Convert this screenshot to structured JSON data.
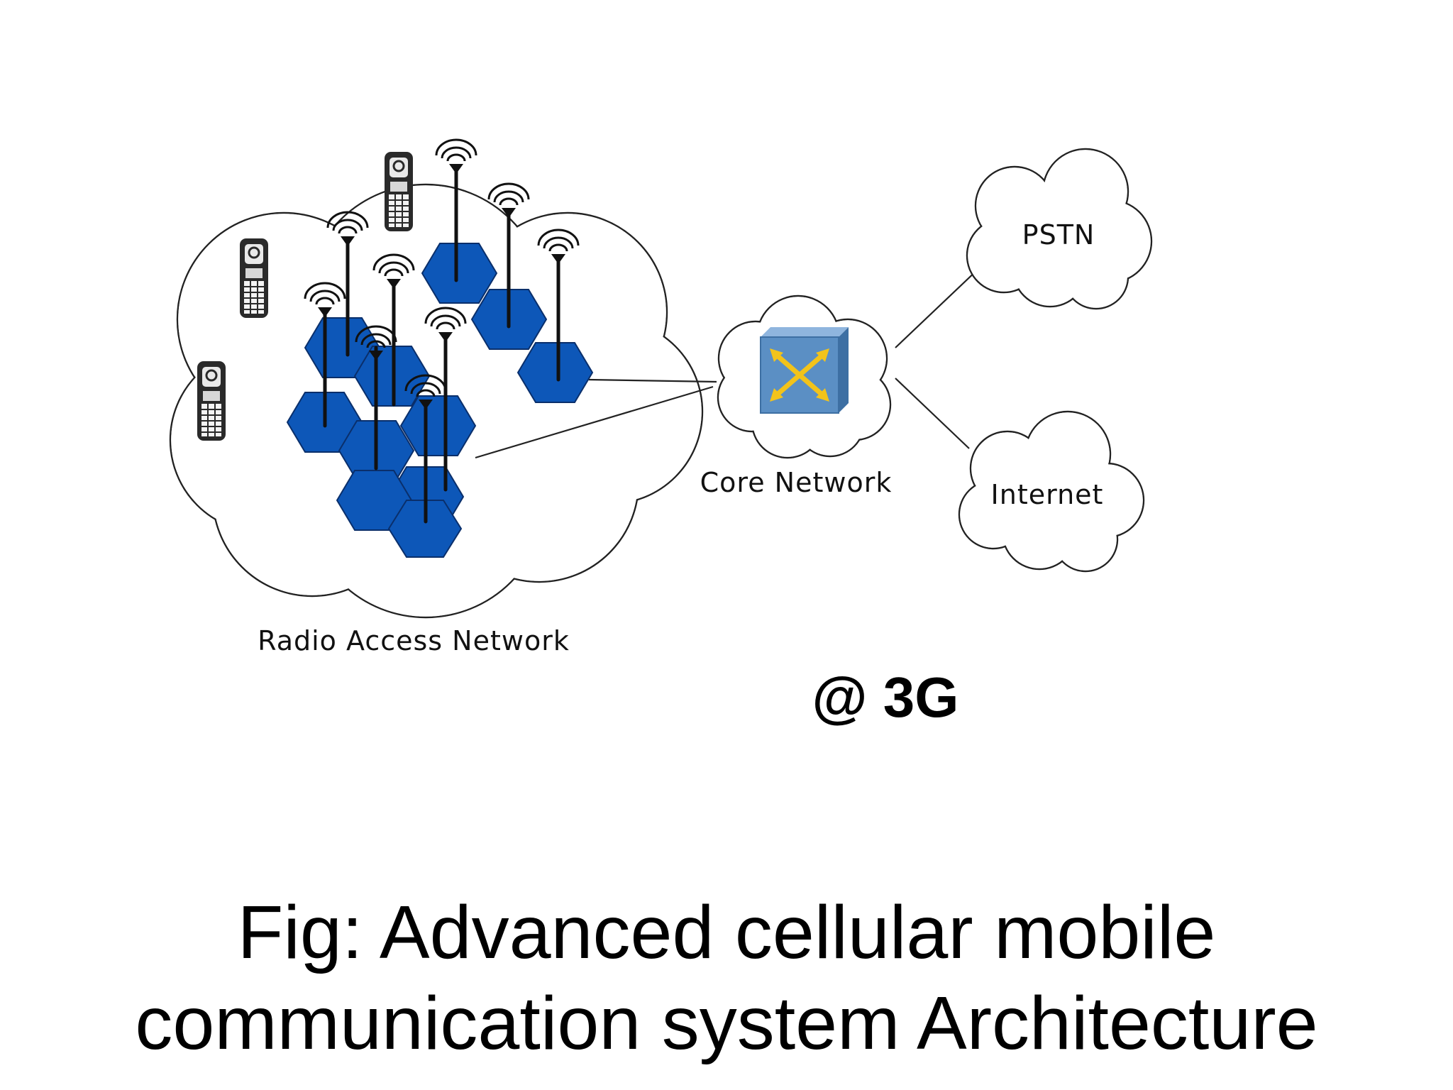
{
  "labels": {
    "radio_access_network": "Radio Access Network",
    "core_network": "Core Network",
    "pstn": "PSTN",
    "internet": "Internet",
    "generation_tag": "@ 3G"
  },
  "caption": {
    "line1": "Fig: Advanced cellular mobile",
    "line2": "communication system Architecture"
  },
  "colors": {
    "cell_fill": "#0d57b8",
    "switch_fill": "#5b8fc4",
    "switch_arrows": "#f2c31b"
  },
  "icons": {
    "switch": "crossed-arrows-switch-icon",
    "handset": "mobile-phone-icon",
    "antenna": "antenna-tower-icon"
  }
}
